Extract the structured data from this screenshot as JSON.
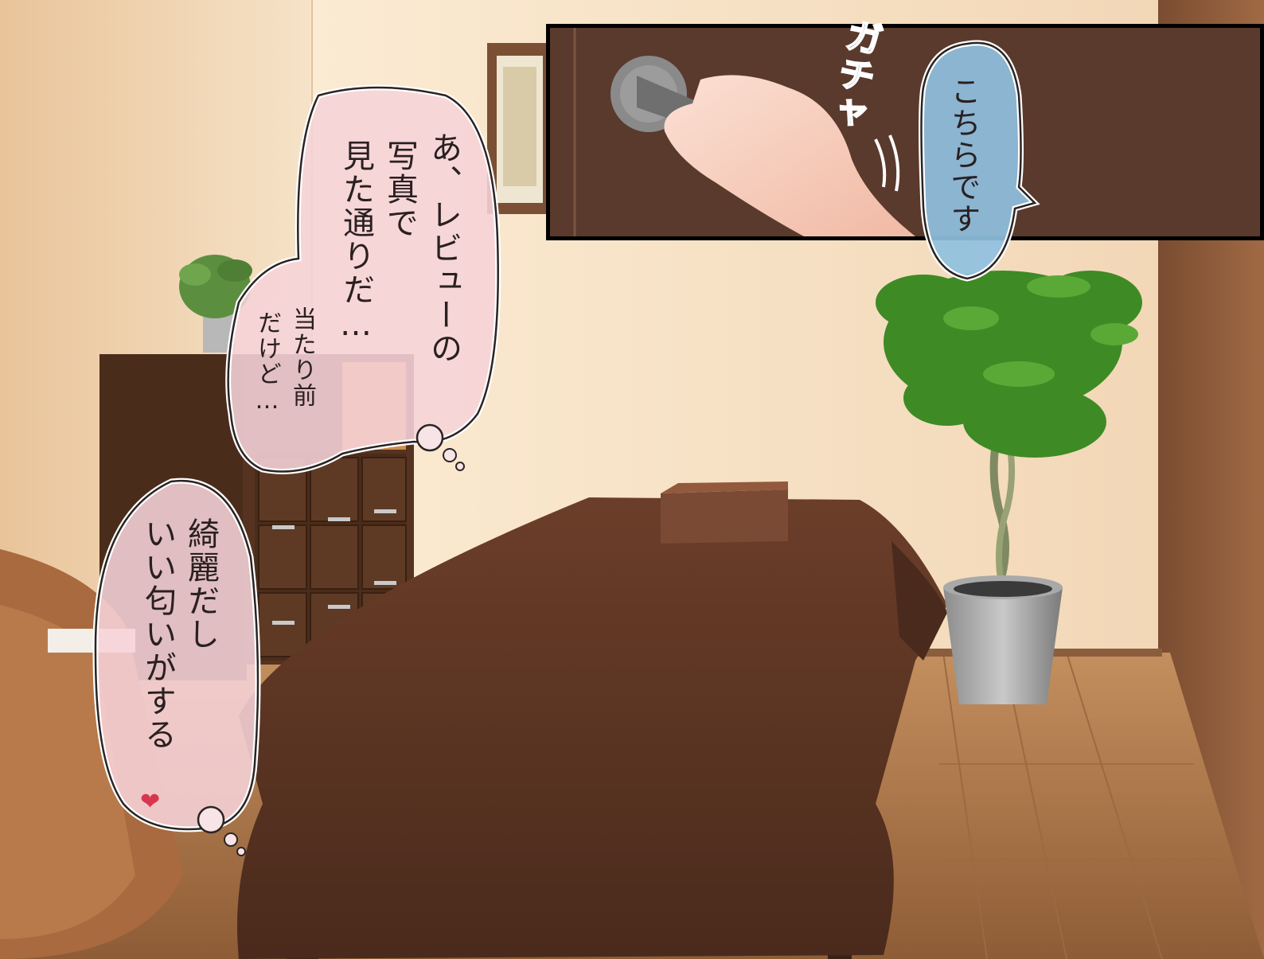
{
  "panel": {
    "sfx": "ガチャ",
    "speech": "こちらです"
  },
  "thought_top": {
    "col1": "あ、レビューの",
    "col2": "写真で",
    "col3": "見た通りだ…",
    "aside1": "当たり前",
    "aside2": "だけど…"
  },
  "thought_bottom": {
    "col1": "綺麗だし",
    "col2": "いい匂いがする",
    "heart": "❤"
  },
  "colors": {
    "wall": "#f3dcc0",
    "wood_wall": "#8a5a3a",
    "floor": "#b58052",
    "sheet": "#5b3423",
    "thought_bubble": "#f6d3d8",
    "speech_bubble": "#8fc0e0",
    "plant_green": "#3e8a25",
    "heart": "#d8364e"
  }
}
